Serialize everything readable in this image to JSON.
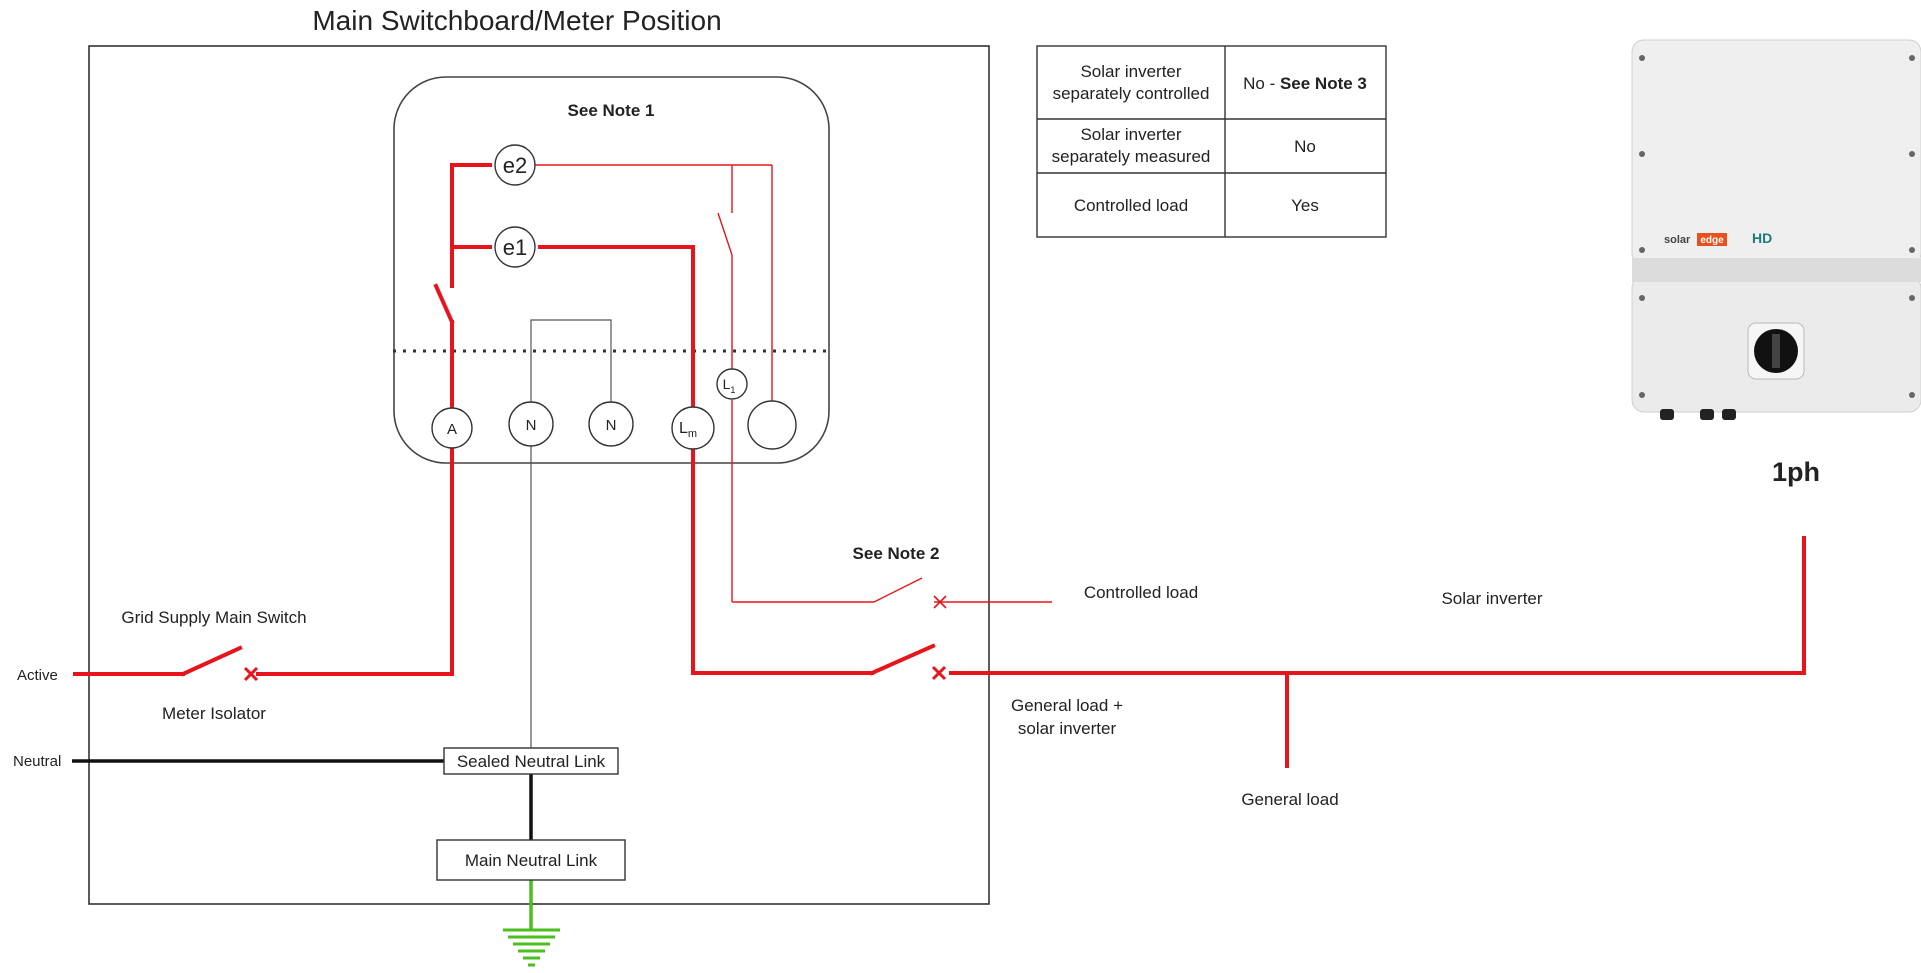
{
  "colors": {
    "active_wire": "#e8141c",
    "neutral_wire": "#111111",
    "earth_wire": "#4bbf1e",
    "thin_wire": "#e8141c",
    "frame": "#333333"
  },
  "title": "Main Switchboard/Meter Position",
  "meter": {
    "note": "See Note 1",
    "elements": [
      "e2",
      "e1"
    ],
    "terminals": {
      "a": "A",
      "n1": "N",
      "n2": "N",
      "lm_main": "L",
      "lm_sub": "m",
      "l1_main": "L",
      "l1_sub": "1"
    }
  },
  "summary_table": {
    "rows": [
      {
        "label_line1": "Solar inverter",
        "label_line2": "separately controlled",
        "value_text": "No - ",
        "value_bold": "See Note 3"
      },
      {
        "label_line1": "Solar inverter",
        "label_line2": "separately measured",
        "value_text": "No",
        "value_bold": ""
      },
      {
        "label_line1": "Controlled load",
        "label_line2": "",
        "value_text": "Yes",
        "value_bold": ""
      }
    ]
  },
  "labels": {
    "active": "Active",
    "neutral": "Neutral",
    "grid_supply_main_switch": "Grid Supply Main Switch",
    "meter_isolator": "Meter Isolator",
    "sealed_neutral_link": "Sealed Neutral Link",
    "main_neutral_link": "Main Neutral Link",
    "see_note_2": "See Note 2",
    "controlled_load": "Controlled load",
    "solar_inverter": "Solar inverter",
    "general_load_solar_line1": "General load +",
    "general_load_solar_line2": "solar inverter",
    "general_load": "General load",
    "phase": "1ph"
  },
  "inverter": {
    "brand": "solar",
    "brand_box": "edge",
    "model_mark": "HD",
    "icon": "solaredge-inverter-icon"
  }
}
